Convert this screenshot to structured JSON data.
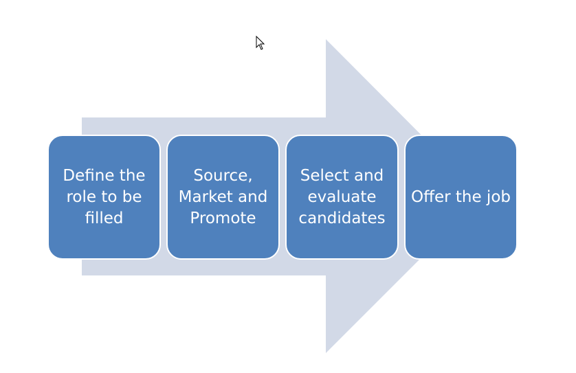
{
  "diagram": {
    "arrow_color": "#d2d9e7",
    "box_color": "#4f81bd",
    "text_color": "#ffffff",
    "steps": [
      {
        "label": "Define the role to be filled"
      },
      {
        "label": "Source, Market and Promote"
      },
      {
        "label": "Select and evaluate candidates"
      },
      {
        "label": "Offer the job"
      }
    ]
  }
}
